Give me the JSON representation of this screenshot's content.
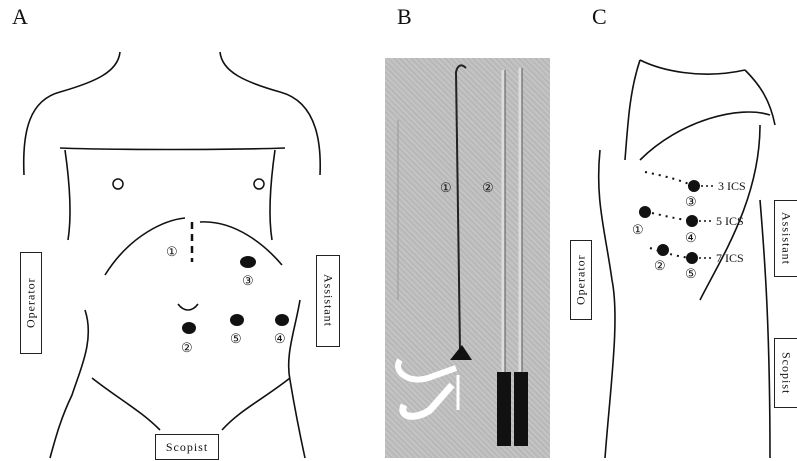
{
  "panels": {
    "a": {
      "letter": "A",
      "operator_label": "Operator",
      "assistant_label": "Assistant",
      "scopist_label": "Scopist",
      "port_numbers": [
        "①",
        "②",
        "③",
        "④",
        "⑤"
      ]
    },
    "b": {
      "letter": "B",
      "instrument_numbers": [
        "①",
        "②"
      ]
    },
    "c": {
      "letter": "C",
      "operator_label": "Operator",
      "assistant_label": "Assistant",
      "scopist_label": "Scopist",
      "port_numbers": [
        "①",
        "②",
        "③",
        "④",
        "⑤"
      ],
      "ics_labels": [
        "3 ICS",
        "5 ICS",
        "7 ICS"
      ]
    }
  },
  "colors": {
    "ink": "#111111",
    "photo_bg": "#bdbdbd"
  }
}
